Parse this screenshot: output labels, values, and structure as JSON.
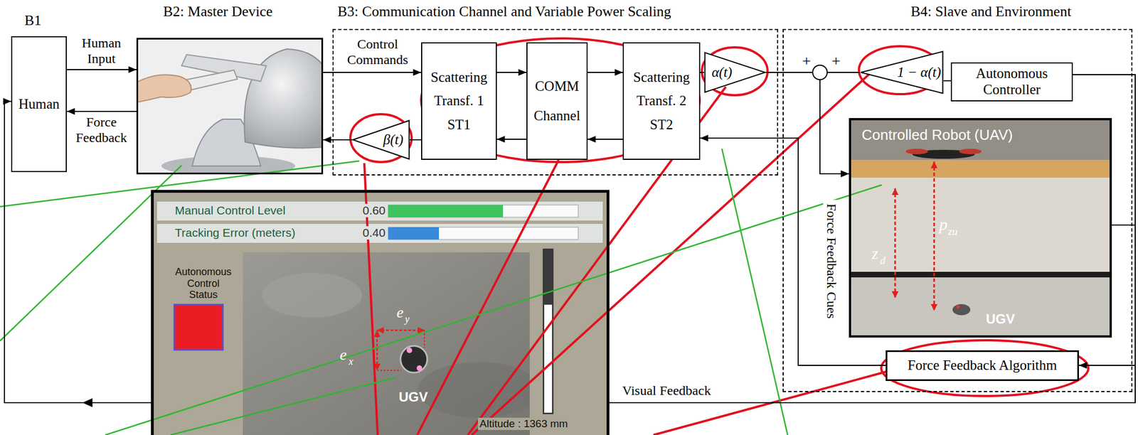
{
  "diagram": {
    "nodes": [
      {
        "text": [
          "B1",
          "Human"
        ]
      },
      {
        "text": [
          "B2: Master Device"
        ]
      },
      {
        "text": [
          "B3: Communication Channel and Variable Power Scaling"
        ]
      },
      {
        "text": [
          "Scattering Transf. 1 ST1"
        ],
        "in": 2
      },
      {
        "text": [
          "COMM Channel"
        ],
        "in": 2
      },
      {
        "text": [
          "Scattering Transf. 2 ST2"
        ],
        "in": 2
      },
      {
        "text": [
          "α(t)"
        ],
        "in": 2
      },
      {
        "text": [
          "β(t)"
        ],
        "in": 2
      },
      {
        "text": [
          "B4: Slave and Environment"
        ]
      },
      {
        "text": [
          "1 − α(t)"
        ],
        "in": 8
      },
      {
        "text": [
          "Autonomous Controller"
        ],
        "in": 8
      },
      {
        "text": [
          "Controlled Robot (UAV)"
        ],
        "in": 8
      },
      {
        "text": [
          "Force Feedback Algorithm"
        ],
        "in": 8
      },
      {
        "text": [
          "Manual Control Level",
          "0.60",
          "Tracking Error (meters)",
          "0.40",
          "Autonomous Control Status",
          "Altitude : 1363 mm"
        ]
      }
    ],
    "edges": [
      {
        "from": 0,
        "to": 1,
        "label": "Human Input",
        "arrow": "to"
      },
      {
        "from": 1,
        "to": 0,
        "label": "Force Feedback",
        "arrow": "to"
      },
      {
        "from": 1,
        "to": 3,
        "label": "Control Commands",
        "arrow": "to"
      },
      {
        "from": 3,
        "to": 4,
        "arrow": "to"
      },
      {
        "from": 4,
        "to": 5,
        "arrow": "to"
      },
      {
        "from": 5,
        "to": 6,
        "arrow": "none"
      },
      {
        "from": 4,
        "to": 3,
        "arrow": "to"
      },
      {
        "from": 5,
        "to": 4,
        "arrow": "to"
      },
      {
        "from": 3,
        "to": 7,
        "arrow": "none"
      },
      {
        "from": 7,
        "to": 1,
        "arrow": "to"
      },
      {
        "from": 6,
        "to": 11,
        "arrow": "to"
      },
      {
        "from": 9,
        "to": 11,
        "arrow": "to"
      },
      {
        "from": 10,
        "to": 9,
        "arrow": "none"
      },
      {
        "from": 11,
        "to": 10,
        "arrow": "none"
      },
      {
        "from": 11,
        "to": 12,
        "arrow": "to"
      },
      {
        "from": 11,
        "to": 13,
        "label": "Visual Feedback",
        "arrow": "none"
      },
      {
        "from": 13,
        "to": 0,
        "arrow": "to"
      },
      {
        "from": 12,
        "to": 5,
        "label": "Force Feedback Cues",
        "arrow": "to"
      }
    ],
    "labels": [
      "+",
      "+",
      "p",
      "zu",
      "z",
      "d",
      "UGV",
      "e",
      "y",
      "e",
      "x",
      "UGV"
    ]
  }
}
